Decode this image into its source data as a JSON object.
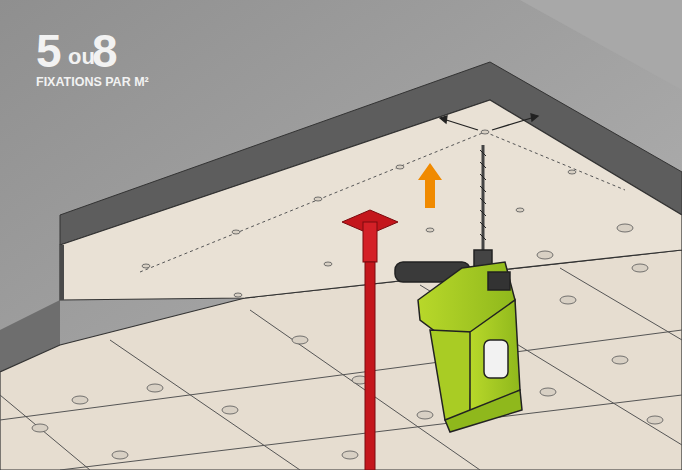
{
  "diagram": {
    "labels": [
      "5",
      "ou",
      "8",
      "FIXATIONS PAR M²"
    ]
  }
}
